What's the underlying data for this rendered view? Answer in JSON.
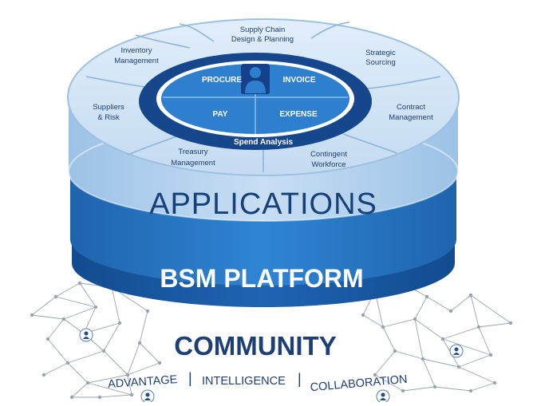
{
  "top_ring": {
    "segments": [
      {
        "line1": "Supply Chain",
        "line2": "Design & Planning"
      },
      {
        "line1": "Strategic",
        "line2": "Sourcing"
      },
      {
        "line1": "Contract",
        "line2": "Management"
      },
      {
        "line1": "Contingent",
        "line2": "Workforce"
      },
      {
        "line1": "Treasury",
        "line2": "Management"
      },
      {
        "line1": "Suppliers",
        "line2": "& Risk"
      },
      {
        "line1": "Inventory",
        "line2": "Management"
      }
    ]
  },
  "inner_circle": {
    "quadrants": [
      "PROCURE",
      "INVOICE",
      "PAY",
      "EXPENSE"
    ],
    "ring_label": "Spend Analysis"
  },
  "layers": {
    "applications": "APPLICATIONS",
    "platform": "BSM PLATFORM",
    "community": "COMMUNITY"
  },
  "tagline": {
    "items": [
      "ADVANTAGE",
      "INTELLIGENCE",
      "COLLABORATION"
    ],
    "separator": "|"
  },
  "colors": {
    "top_face": "#cfe3f5",
    "top_face_stroke": "#8db3d6",
    "applications_band": "#2a78c4",
    "platform_band": "#1b5aa6",
    "dark_ring": "#16478c",
    "inner_blue": "#2f7fcf",
    "text_dark": "#1e3f73",
    "network": "#9aa3ad"
  }
}
